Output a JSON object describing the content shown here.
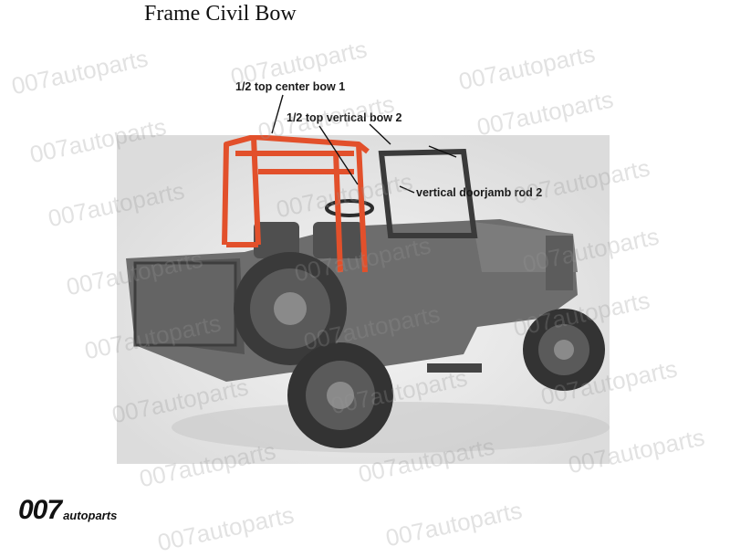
{
  "title": "Frame Civil Bow",
  "callouts": [
    {
      "text": "1/2 top center bow 1"
    },
    {
      "text": "1/2 top vertical bow 2"
    },
    {
      "text": "vertical doorjamb rod 2"
    }
  ],
  "watermark": "007autoparts",
  "logo": {
    "mark": "007",
    "sub": "autoparts"
  },
  "colors": {
    "bow_frame": "#e2502b",
    "watermark": "#969696"
  }
}
